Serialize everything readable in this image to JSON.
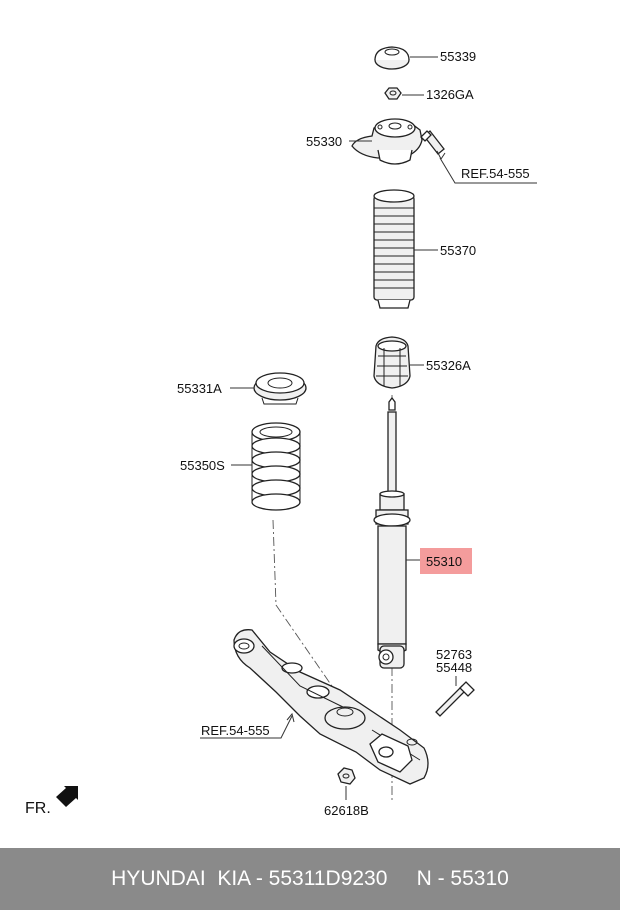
{
  "labels": {
    "insulator_cap": "55339",
    "nut": "1326GA",
    "top_mount": "55330",
    "ref_upper": "REF.54-555",
    "dust_cover": "55370",
    "bump_stopper": "55326A",
    "upper_spring_pad": "55331A",
    "coil_spring": "55350S",
    "shock_absorber": "55310",
    "bolt_code_1": "52763",
    "bolt_code_2": "55448",
    "ref_lower": "REF.54-555",
    "lower_nut": "62618B",
    "front_marker": "FR."
  },
  "highlight": {
    "part": "55310",
    "color": "#f49c9c"
  },
  "footer": {
    "brand": "HYUNDAI  KIA - 55311D9230",
    "number": "N - 55310"
  }
}
